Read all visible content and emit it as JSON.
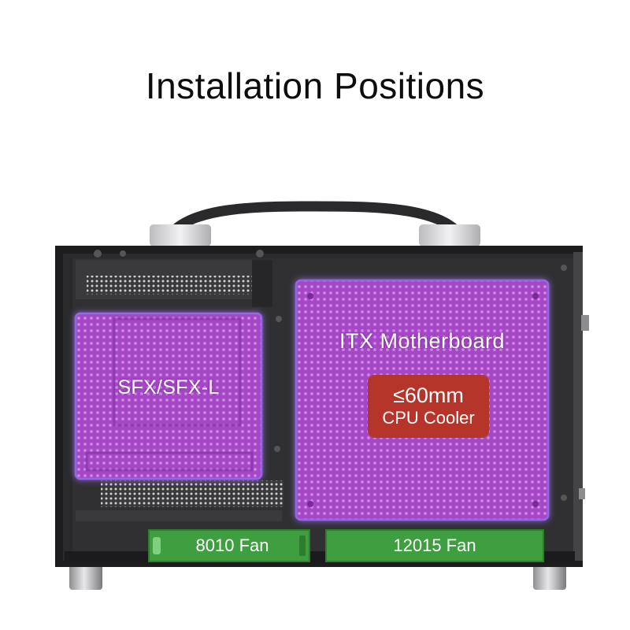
{
  "title": "Installation Positions",
  "zones": {
    "psu": {
      "label": "SFX/SFX-L"
    },
    "motherboard": {
      "label": "ITX Motherboard"
    },
    "cpu_cooler": {
      "line1": "≤60mm",
      "line2": "CPU Cooler"
    },
    "fan_small": {
      "label": "8010 Fan"
    },
    "fan_large": {
      "label": "12015 Fan"
    }
  },
  "colors": {
    "purple_zone": "#a243c6",
    "purple_border": "#8a5fe0",
    "cooler_badge": "#b5352b",
    "fan_zone": "#3f9e3f",
    "case_frame": "#1d1d1f"
  }
}
